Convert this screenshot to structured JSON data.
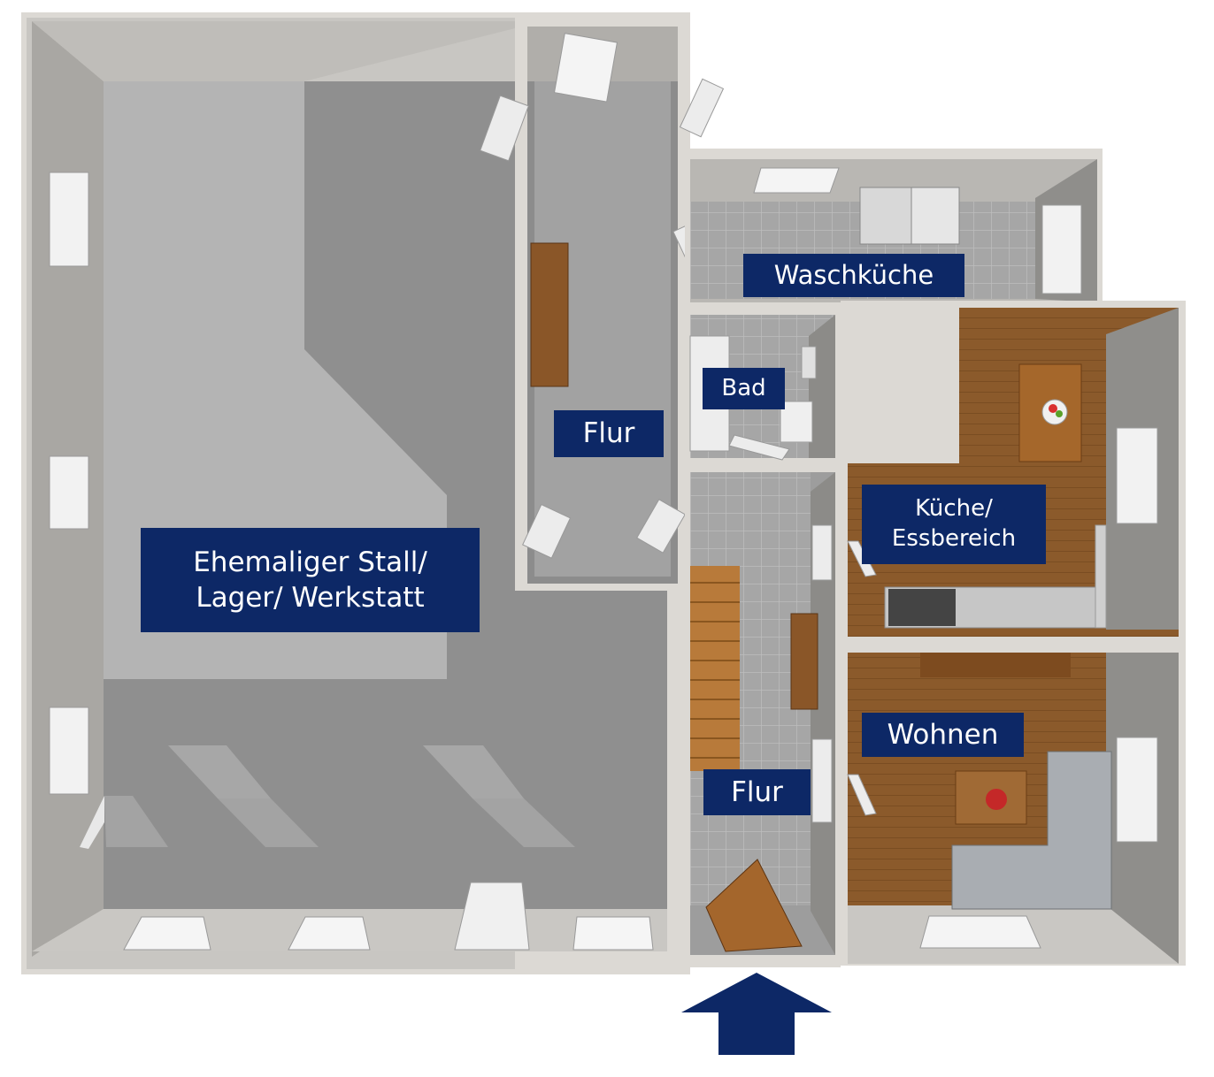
{
  "colors": {
    "label_bg": "#0d2866",
    "arrow": "#0d2866",
    "wall": "#d9d6d0",
    "floor_gray": "#9a9a9a",
    "floor_wood": "#8a5a2a"
  },
  "rooms": {
    "stall": "Ehemaliger Stall/\nLager/ Werkstatt",
    "flur_top": "Flur",
    "waschkueche": "Waschküche",
    "bad": "Bad",
    "kueche": "Küche/\nEssbereich",
    "wohnen": "Wohnen",
    "flur_bottom": "Flur"
  },
  "icons": {
    "entrance": "arrow-up-icon"
  }
}
